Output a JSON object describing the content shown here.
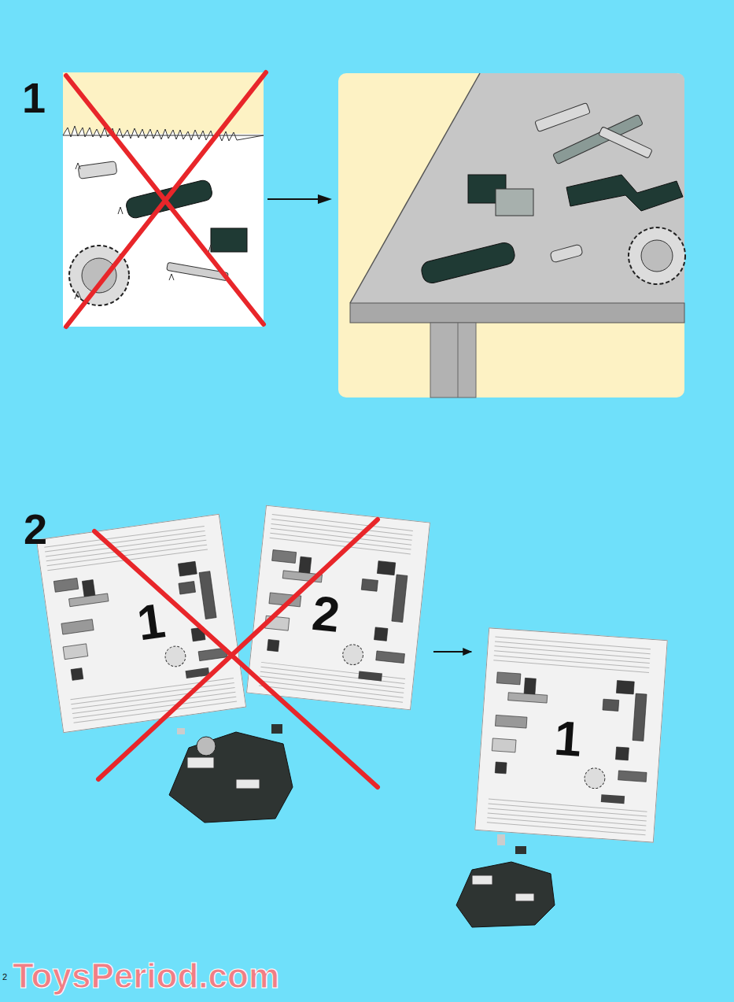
{
  "diagram": {
    "nodes": [
      {
        "text": [
          "1"
        ]
      },
      {
        "text": [
          "2"
        ]
      },
      {
        "text": [
          "1"
        ]
      }
    ],
    "edges": [
      {
        "from": 1,
        "to": 2,
        "arrow": "to"
      }
    ],
    "labels": [
      "1",
      "2",
      "2",
      "ToysPeriod.com"
    ]
  }
}
